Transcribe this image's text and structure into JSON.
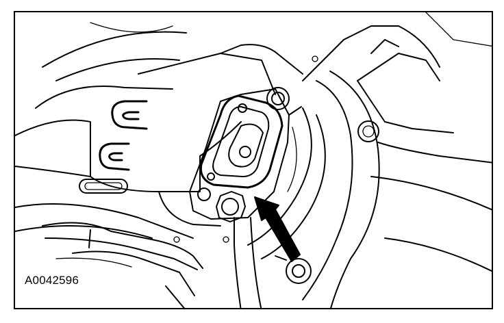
{
  "figure": {
    "id_label": "A0042596",
    "colors": {
      "line": "#000000",
      "background": "#ffffff"
    },
    "callout": {
      "type": "arrow",
      "target": "gasket-mounted-component"
    }
  }
}
